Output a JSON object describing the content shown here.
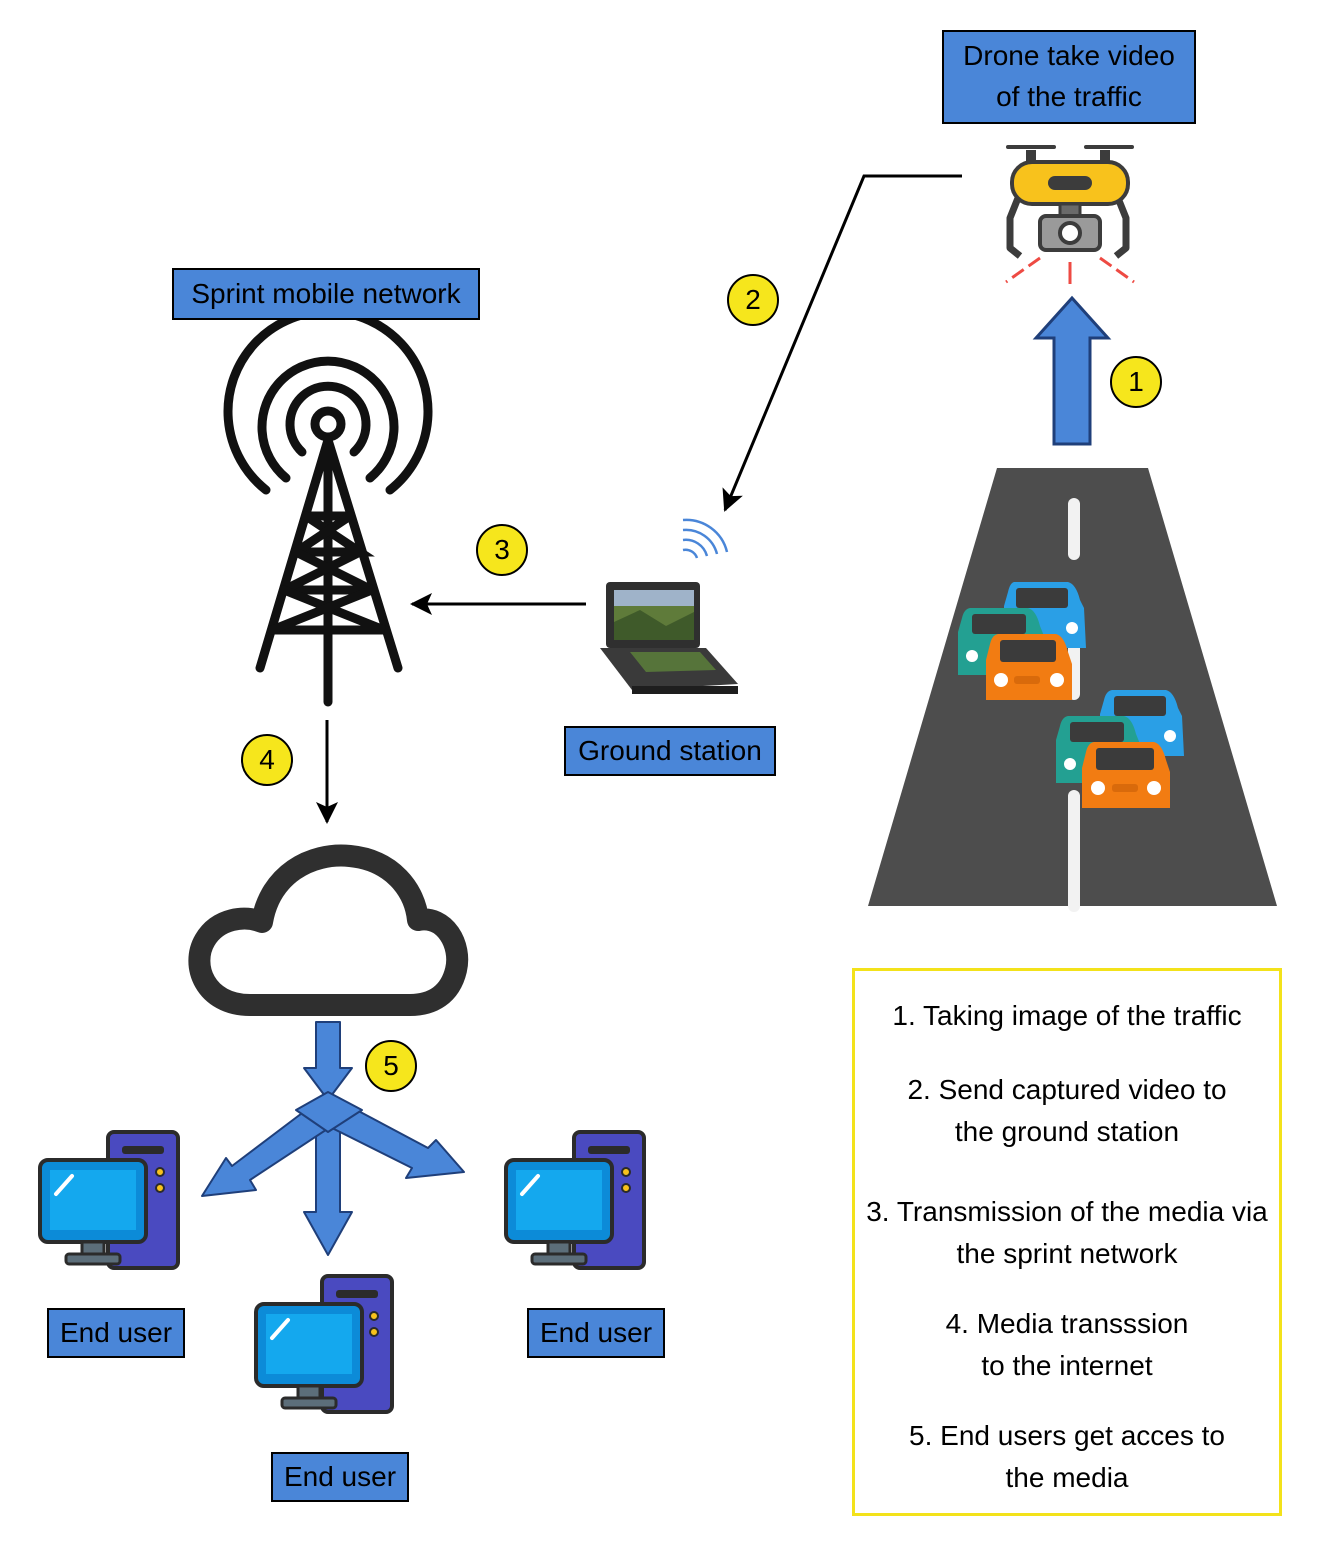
{
  "labels": {
    "drone": "Drone take video of the traffic",
    "network": "Sprint mobile network",
    "ground_station": "Ground station",
    "end_user_left": "End user",
    "end_user_bottom": "End user",
    "end_user_right": "End user"
  },
  "step_markers": [
    "1",
    "2",
    "3",
    "4",
    "5"
  ],
  "legend": {
    "steps": [
      "1. Taking image of the traffic",
      "2. Send captured video to the ground station",
      "3. Transmission of the media via the sprint network",
      "4. Media transssion to the internet",
      "5. End users get acces to the media"
    ]
  },
  "colors": {
    "label_fill": "#4a86d8",
    "marker_fill": "#f6e61c",
    "legend_border": "#f3e21a",
    "arrow_blue": "#4a86d8",
    "road": "#4d4d4d"
  },
  "icons": [
    "drone-icon",
    "cell-tower-icon",
    "laptop-icon",
    "cloud-icon",
    "computer-icon",
    "road-icon",
    "car-icon",
    "wifi-signal-icon"
  ]
}
